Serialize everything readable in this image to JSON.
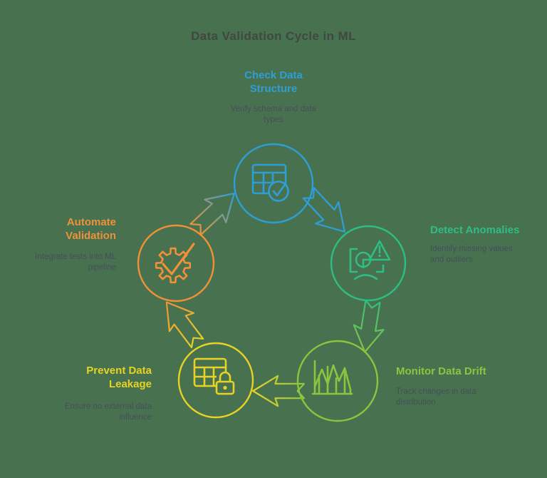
{
  "title": "Data Validation Cycle in ML",
  "background_color": "#48714F",
  "title_color": "#414744",
  "description_color": "#45505A",
  "cycle_direction": "clockwise",
  "steps": [
    {
      "id": "check-data-structure",
      "label": "Check Data\nStructure",
      "description": "Verify schema and data\ntypes",
      "color": "#2E9FD4",
      "icon": "table-check-icon"
    },
    {
      "id": "detect-anomalies",
      "label": "Detect Anomalies",
      "description": "Identify missing values\nand outliers",
      "color": "#2EBD84",
      "icon": "anomaly-scan-icon"
    },
    {
      "id": "monitor-data-drift",
      "label": "Monitor Data Drift",
      "description": "Track changes in data\ndistribution",
      "color": "#8BC540",
      "icon": "drift-chart-icon"
    },
    {
      "id": "prevent-data-leakage",
      "label": "Prevent Data\nLeakage",
      "description": "Ensure no external data\ninfluence",
      "color": "#E6D326",
      "icon": "table-lock-icon"
    },
    {
      "id": "automate-validation",
      "label": "Automate\nValidation",
      "description": "Integrate tests into ML\npipeline",
      "color": "#EF9136",
      "icon": "gear-check-icon"
    }
  ],
  "arrows": [
    {
      "from": "check-data-structure",
      "to": "detect-anomalies",
      "colors": [
        "#2E9FD4",
        "#2E9FD4"
      ]
    },
    {
      "from": "detect-anomalies",
      "to": "monitor-data-drift",
      "colors": [
        "#2EBD84",
        "#8BC540"
      ]
    },
    {
      "from": "monitor-data-drift",
      "to": "prevent-data-leakage",
      "colors": [
        "#8BC540",
        "#E6D326"
      ]
    },
    {
      "from": "prevent-data-leakage",
      "to": "automate-validation",
      "colors": [
        "#E6D326",
        "#EF9136"
      ]
    },
    {
      "from": "automate-validation",
      "to": "check-data-structure",
      "colors": [
        "#EF9136",
        "#2E9FD4"
      ]
    }
  ]
}
